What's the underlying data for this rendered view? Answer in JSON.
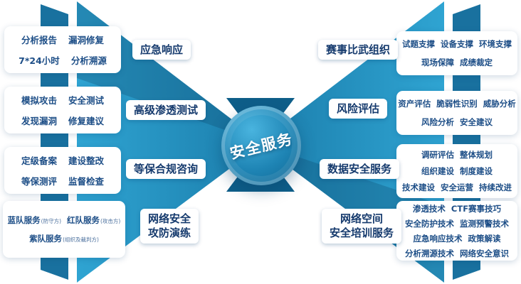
{
  "center": {
    "title": "安全服务"
  },
  "left_groups": [
    {
      "label_lines": [
        "应急响应"
      ],
      "rows": [
        [
          {
            "text": "分析报告"
          },
          {
            "text": "漏洞修复"
          }
        ],
        [
          {
            "text": "7*24小时"
          },
          {
            "text": "分析溯源"
          }
        ]
      ]
    },
    {
      "label_lines": [
        "高级渗透测试"
      ],
      "rows": [
        [
          {
            "text": "模拟攻击"
          },
          {
            "text": "安全测试"
          }
        ],
        [
          {
            "text": "发现漏洞"
          },
          {
            "text": "修复建议"
          }
        ]
      ]
    },
    {
      "label_lines": [
        "等保合规咨询"
      ],
      "rows": [
        [
          {
            "text": "定级备案"
          },
          {
            "text": "建设整改"
          }
        ],
        [
          {
            "text": "等保测评"
          },
          {
            "text": "监督检查"
          }
        ]
      ]
    },
    {
      "label_lines": [
        "网络安全",
        "攻防演练"
      ],
      "rows": [
        [
          {
            "text": "蓝队服务",
            "sub": "(防守方)"
          },
          {
            "text": "红队服务",
            "sub": "(攻击方)"
          }
        ],
        [
          {
            "text": "紫队服务",
            "sub": "(组织及裁判方)"
          }
        ]
      ]
    }
  ],
  "right_groups": [
    {
      "label_lines": [
        "赛事比武组织"
      ],
      "rows": [
        [
          {
            "text": "试题支撑"
          },
          {
            "text": "设备支撑"
          },
          {
            "text": "环境支撑"
          }
        ],
        [
          {
            "text": "现场保障"
          },
          {
            "text": "成绩裁定"
          }
        ]
      ]
    },
    {
      "label_lines": [
        "风险评估"
      ],
      "rows": [
        [
          {
            "text": "资产评估"
          },
          {
            "text": "脆弱性识别"
          },
          {
            "text": "威胁分析"
          }
        ],
        [
          {
            "text": "风险分析"
          },
          {
            "text": "安全建议"
          }
        ]
      ]
    },
    {
      "label_lines": [
        "数据安全服务"
      ],
      "rows": [
        [
          {
            "text": "调研评估"
          },
          {
            "text": "整体规划"
          }
        ],
        [
          {
            "text": "组织建设"
          },
          {
            "text": "制度建设"
          }
        ],
        [
          {
            "text": "技术建设"
          },
          {
            "text": "安全运营"
          },
          {
            "text": "持续改进"
          }
        ]
      ]
    },
    {
      "label_lines": [
        "网络空间",
        "安全培训服务"
      ],
      "rows": [
        [
          {
            "text": "渗透技术"
          },
          {
            "text": "CTF赛事技巧"
          }
        ],
        [
          {
            "text": "安全防护技术"
          },
          {
            "text": "监测预警技术"
          }
        ],
        [
          {
            "text": "应急响应技术"
          },
          {
            "text": "政策解读"
          }
        ],
        [
          {
            "text": "分析溯源技术"
          },
          {
            "text": "网络安全意识"
          }
        ]
      ]
    }
  ],
  "colors": {
    "arrow_light": "#2fa4d2",
    "arrow_dark": "#1b7dab",
    "edge_bar": "#19719f",
    "center_wedge": "#0e5e89",
    "item_text": "#1d4e87",
    "label_text": "#153a6d"
  }
}
